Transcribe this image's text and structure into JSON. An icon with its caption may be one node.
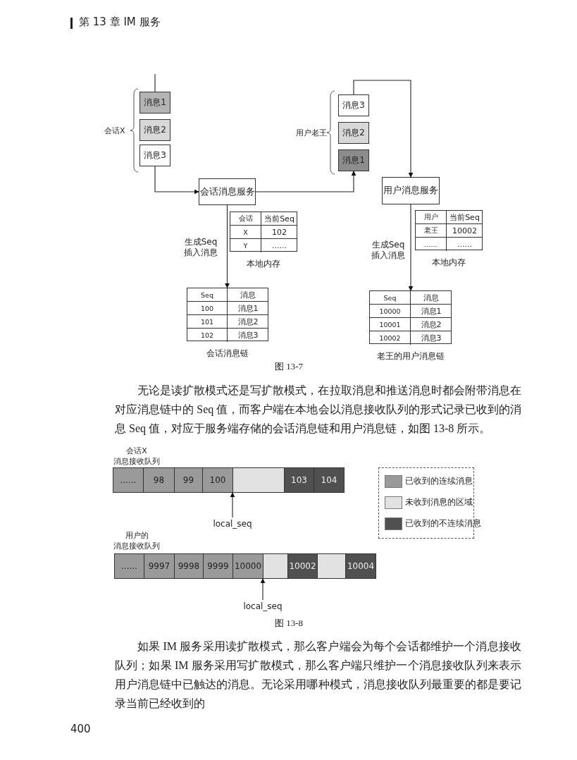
{
  "diagram": {
    "nodes": [
      {
        "text": [
          "消息1"
        ]
      },
      {
        "text": [
          "消息2"
        ]
      },
      {
        "text": [
          "消息3"
        ]
      },
      {
        "text": [
          "消息3"
        ]
      },
      {
        "text": [
          "消息2"
        ]
      },
      {
        "text": [
          "消息1"
        ]
      },
      {
        "text": [
          "会话消息服务"
        ]
      },
      {
        "text": [
          "用户消息服务"
        ]
      },
      {
        "text": [
          "会话",
          "当前Seq",
          "X",
          "102",
          "Y",
          "......"
        ],
        "beside": [
          "本地内存"
        ]
      },
      {
        "text": [
          "用户",
          "当前Seq",
          "老王",
          "10002",
          "......",
          "......"
        ],
        "beside": [
          "本地内存"
        ]
      },
      {
        "text": [
          "Seq",
          "消息",
          "100",
          "消息1",
          "101",
          "消息2",
          "102",
          "消息3"
        ],
        "beside": [
          "会话消息链"
        ]
      },
      {
        "text": [
          "Seq",
          "消息",
          "10000",
          "消息1",
          "10001",
          "消息2",
          "10002",
          "消息3"
        ],
        "beside": [
          "老王的用户消息链"
        ]
      },
      {
        "text": [
          "会话X",
          "消息接收队列"
        ]
      },
      {
        "text": [
          "......"
        ],
        "in": 12
      },
      {
        "text": [
          "98"
        ],
        "in": 12
      },
      {
        "text": [
          "99"
        ],
        "in": 12
      },
      {
        "text": [
          "100"
        ],
        "in": 12
      },
      {
        "text": [],
        "shape": "box",
        "in": 12
      },
      {
        "text": [
          "103"
        ],
        "in": 12
      },
      {
        "text": [
          "104"
        ],
        "in": 12
      },
      {
        "text": [
          "local_seq"
        ]
      },
      {
        "text": [
          "用户的",
          "消息接收队列"
        ]
      },
      {
        "text": [
          "......"
        ],
        "in": 21
      },
      {
        "text": [
          "9997"
        ],
        "in": 21
      },
      {
        "text": [
          "9998"
        ],
        "in": 21
      },
      {
        "text": [
          "9999"
        ],
        "in": 21
      },
      {
        "text": [
          "10000"
        ],
        "in": 21
      },
      {
        "text": [],
        "shape": "box",
        "in": 21
      },
      {
        "text": [
          "10002"
        ],
        "in": 21
      },
      {
        "text": [],
        "shape": "box",
        "in": 21
      },
      {
        "text": [
          "10004"
        ],
        "in": 21
      },
      {
        "text": [
          "local_seq"
        ]
      }
    ],
    "edges": [
      {
        "from": null,
        "to": 0,
        "arrow": "none"
      },
      {
        "from": 2,
        "to": 6,
        "arrow": "to"
      },
      {
        "from": 6,
        "to": 5,
        "arrow": "to"
      },
      {
        "from": 3,
        "to": 7,
        "arrow": "to"
      },
      {
        "from": 6,
        "to": 10,
        "arrow": "to",
        "label": "生成Seq 插入消息"
      },
      {
        "from": 7,
        "to": 11,
        "arrow": "to",
        "label": "生成Seq 插入消息"
      },
      {
        "from": 20,
        "to": 16,
        "arrow": "to"
      },
      {
        "from": 31,
        "to": 27,
        "arrow": "to"
      }
    ],
    "labels": [
      "第 13 章 IM 服务",
      "会话X",
      "用户老王",
      "图 13-7",
      "无论是读扩散模式还是写扩散模式，在拉取消息和推送消息时都会附带消息在对应消息链中的 Seq 值，而客户端在本地会以消息接收队列的形式记录已收到的消息 Seq 值，对应于服务端存储的会话消息链和用户消息链，如图 13-8 所示。",
      "图 13-8",
      "如果 IM 服务采用读扩散模式，那么客户端会为每个会话都维护一个消息接收队列；如果 IM 服务采用写扩散模式，那么客户端只维护一个消息接收队列来表示用户消息链中已触达的消息。无论采用哪种模式，消息接收队列最重要的都是要记录当前已经收到的",
      "400"
    ],
    "legend": [
      {
        "text": "已收到的连续消息",
        "color": "#9a9a9a"
      },
      {
        "text": "未收到消息的区域",
        "color": "#e2e2e2"
      },
      {
        "text": "已收到的不连续消息",
        "color": "#505050"
      }
    ]
  }
}
